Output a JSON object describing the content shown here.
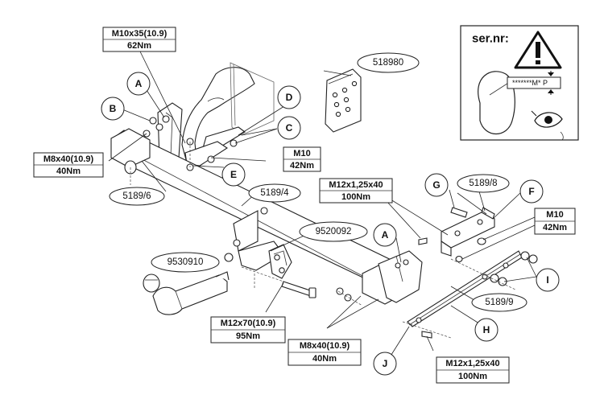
{
  "torque_boxes": {
    "top_bolt": {
      "spec": "M10x35(10.9)",
      "torque": "62Nm"
    },
    "left_bolt": {
      "spec": "M8x40(10.9)",
      "torque": "40Nm"
    },
    "center_nut": {
      "spec": "M10",
      "torque": "42Nm"
    },
    "right_bolt_upper": {
      "spec": "M12x1,25x40",
      "torque": "100Nm"
    },
    "right_nut": {
      "spec": "M10",
      "torque": "42Nm"
    },
    "lower_center_bolt": {
      "spec": "M12x70(10.9)",
      "torque": "95Nm"
    },
    "lower_right_bolt": {
      "spec": "M8x40(10.9)",
      "torque": "40Nm"
    },
    "bottom_bolt": {
      "spec": "M12x1,25x40",
      "torque": "100Nm"
    }
  },
  "part_numbers": {
    "left_bracket": "5189/6",
    "crossbar": "5189/4",
    "socket_plate": "518980",
    "socket_bracket": "9520092",
    "tow_ball": "9530910",
    "right_bracket": "5189/8",
    "support_bar": "5189/9"
  },
  "callouts": {
    "a_left": "A",
    "a_right": "A",
    "b": "B",
    "c": "C",
    "d": "D",
    "e": "E",
    "f": "F",
    "g": "G",
    "h": "H",
    "i": "I",
    "j": "J"
  },
  "serial_panel": {
    "title": "ser.nr:",
    "plate_text": "*******M* P",
    "warning_icon": "warning-triangle-icon",
    "eye_icon": "eye-icon"
  }
}
